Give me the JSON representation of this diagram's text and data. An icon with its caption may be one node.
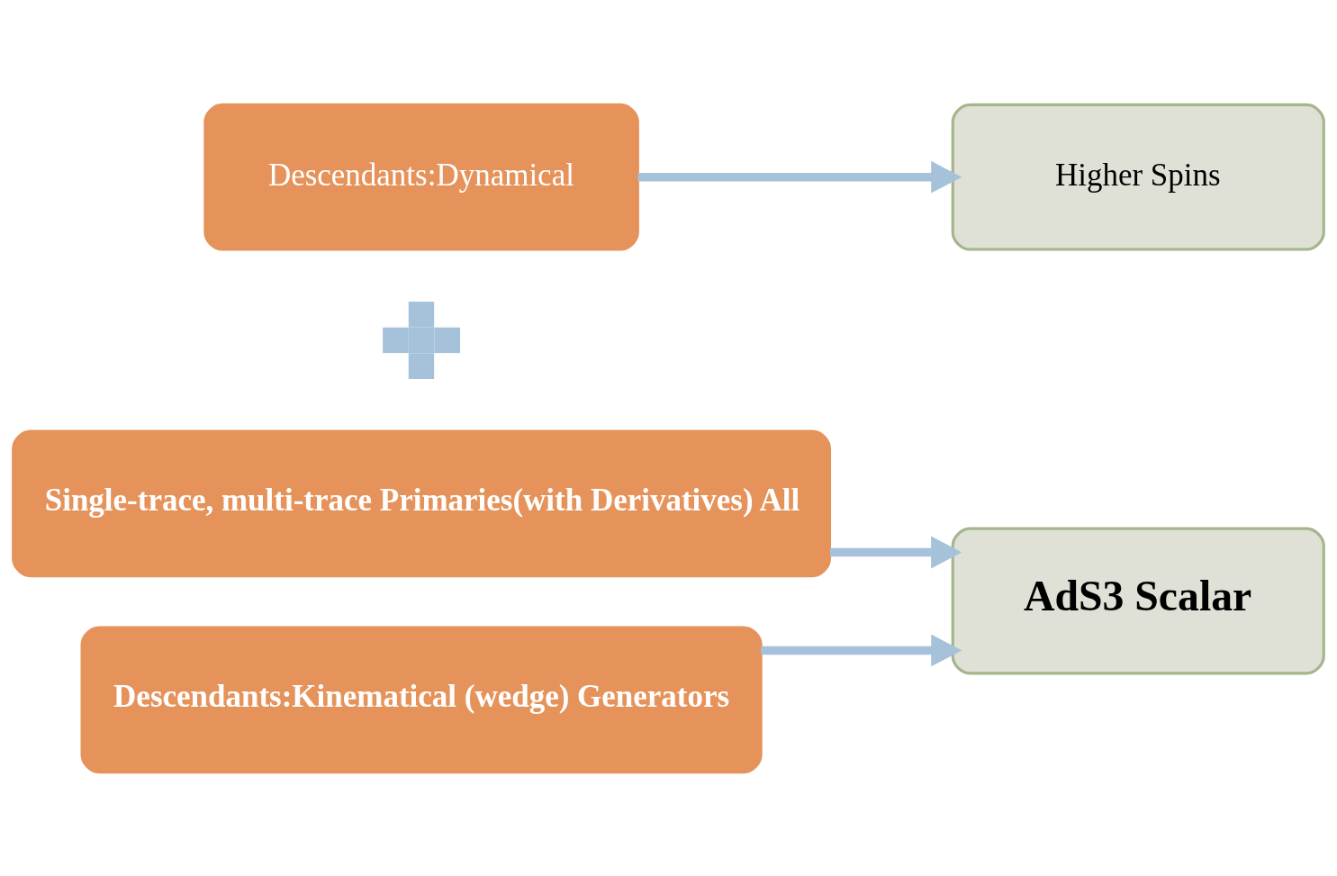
{
  "diagram": {
    "nodes": [
      {
        "text": [
          "Single-trace, multi-trace Primaries(with Derivatives) All"
        ]
      },
      {
        "text": [],
        "shape": "plus"
      },
      {
        "text": [
          "Descendants:Kinematical (wedge) Generators"
        ]
      },
      {
        "text": [
          "AdS3 Scalar"
        ]
      },
      {
        "text": [
          "Descendants:Dynamical"
        ]
      },
      {
        "text": [
          "Higher Spins"
        ]
      }
    ],
    "edges": [
      {
        "from": 0,
        "to": 3,
        "arrow": "to"
      },
      {
        "from": 2,
        "to": 3,
        "arrow": "to"
      },
      {
        "from": 4,
        "to": 5,
        "arrow": "to"
      }
    ]
  }
}
